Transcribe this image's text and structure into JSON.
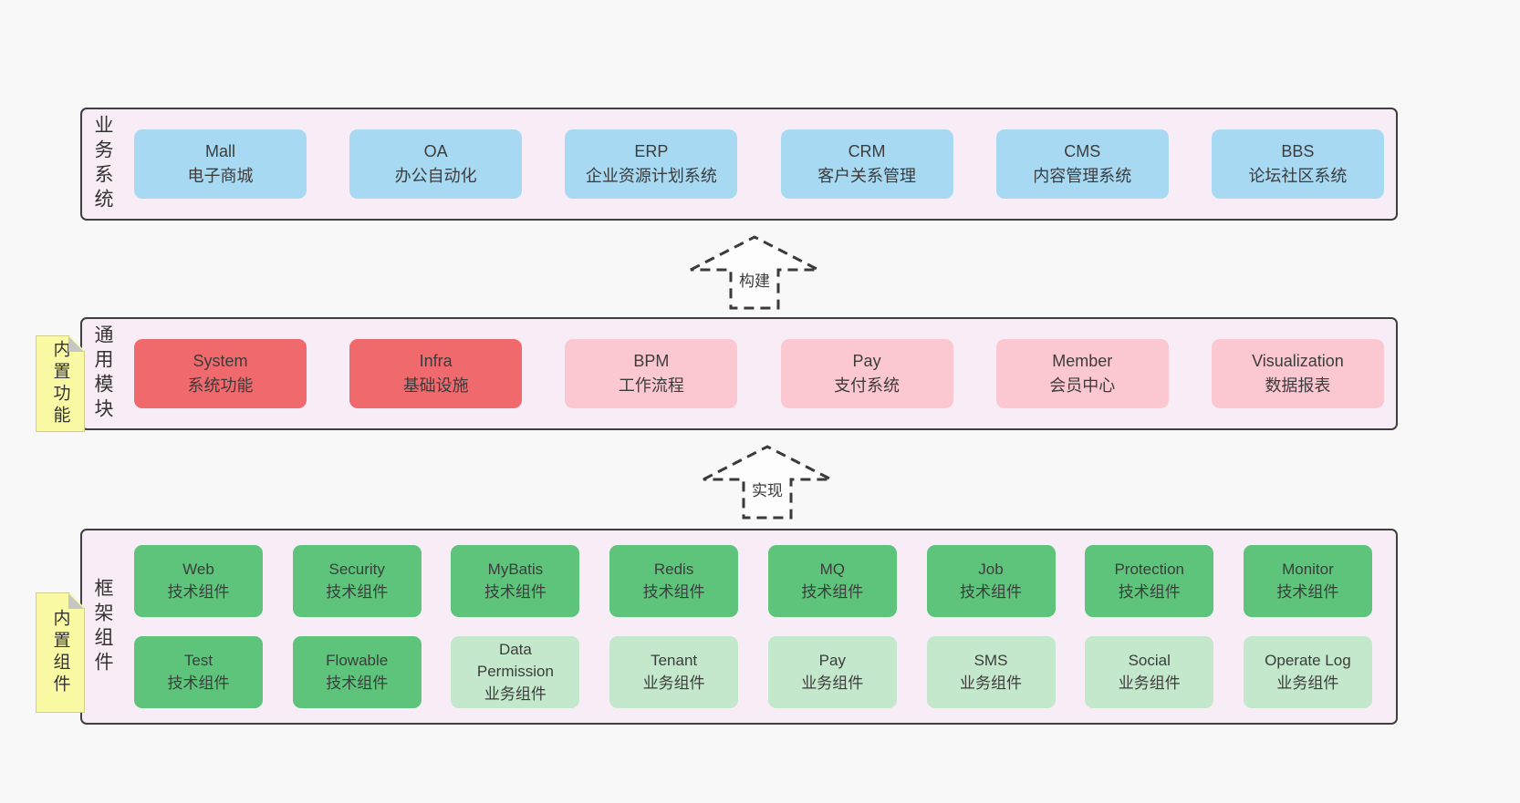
{
  "palette": {
    "blue": "#a8d9f2",
    "red": "#f0696c",
    "pink": "#fbc7d1",
    "green": "#5ec47b",
    "lightgreen": "#c4e8cb",
    "note_bg": "#fafaa4",
    "band_bg": "#f8ecf6",
    "band_border": "#3f3f3f",
    "page_bg": "#f8f8f8",
    "text": "#3c3c3c"
  },
  "arrows": [
    {
      "label": "构建"
    },
    {
      "label": "实现"
    }
  ],
  "bands": [
    {
      "label": "业务系统",
      "note": null,
      "rows": [
        [
          {
            "title": "Mall",
            "subtitle": "电子商城",
            "variant": "blue"
          },
          {
            "title": "OA",
            "subtitle": "办公自动化",
            "variant": "blue"
          },
          {
            "title": "ERP",
            "subtitle": "企业资源计划系统",
            "variant": "blue"
          },
          {
            "title": "CRM",
            "subtitle": "客户关系管理",
            "variant": "blue"
          },
          {
            "title": "CMS",
            "subtitle": "内容管理系统",
            "variant": "blue"
          },
          {
            "title": "BBS",
            "subtitle": "论坛社区系统",
            "variant": "blue"
          }
        ]
      ]
    },
    {
      "label": "通用模块",
      "note": "内置功能",
      "rows": [
        [
          {
            "title": "System",
            "subtitle": "系统功能",
            "variant": "red"
          },
          {
            "title": "Infra",
            "subtitle": "基础设施",
            "variant": "red"
          },
          {
            "title": "BPM",
            "subtitle": "工作流程",
            "variant": "pink"
          },
          {
            "title": "Pay",
            "subtitle": "支付系统",
            "variant": "pink"
          },
          {
            "title": "Member",
            "subtitle": "会员中心",
            "variant": "pink"
          },
          {
            "title": "Visualization",
            "subtitle": "数据报表",
            "variant": "pink"
          }
        ]
      ]
    },
    {
      "label": "框架组件",
      "note": "内置组件",
      "rows": [
        [
          {
            "title": "Web",
            "subtitle": "技术组件",
            "variant": "green"
          },
          {
            "title": "Security",
            "subtitle": "技术组件",
            "variant": "green"
          },
          {
            "title": "MyBatis",
            "subtitle": "技术组件",
            "variant": "green"
          },
          {
            "title": "Redis",
            "subtitle": "技术组件",
            "variant": "green"
          },
          {
            "title": "MQ",
            "subtitle": "技术组件",
            "variant": "green"
          },
          {
            "title": "Job",
            "subtitle": "技术组件",
            "variant": "green"
          },
          {
            "title": "Protection",
            "subtitle": "技术组件",
            "variant": "green"
          },
          {
            "title": "Monitor",
            "subtitle": "技术组件",
            "variant": "green"
          }
        ],
        [
          {
            "title": "Test",
            "subtitle": "技术组件",
            "variant": "green"
          },
          {
            "title": "Flowable",
            "subtitle": "技术组件",
            "variant": "green"
          },
          {
            "title": "Data Permission",
            "subtitle": "业务组件",
            "variant": "lightgreen"
          },
          {
            "title": "Tenant",
            "subtitle": "业务组件",
            "variant": "lightgreen"
          },
          {
            "title": "Pay",
            "subtitle": "业务组件",
            "variant": "lightgreen"
          },
          {
            "title": "SMS",
            "subtitle": "业务组件",
            "variant": "lightgreen"
          },
          {
            "title": "Social",
            "subtitle": "业务组件",
            "variant": "lightgreen"
          },
          {
            "title": "Operate Log",
            "subtitle": "业务组件",
            "variant": "lightgreen"
          }
        ]
      ]
    }
  ]
}
